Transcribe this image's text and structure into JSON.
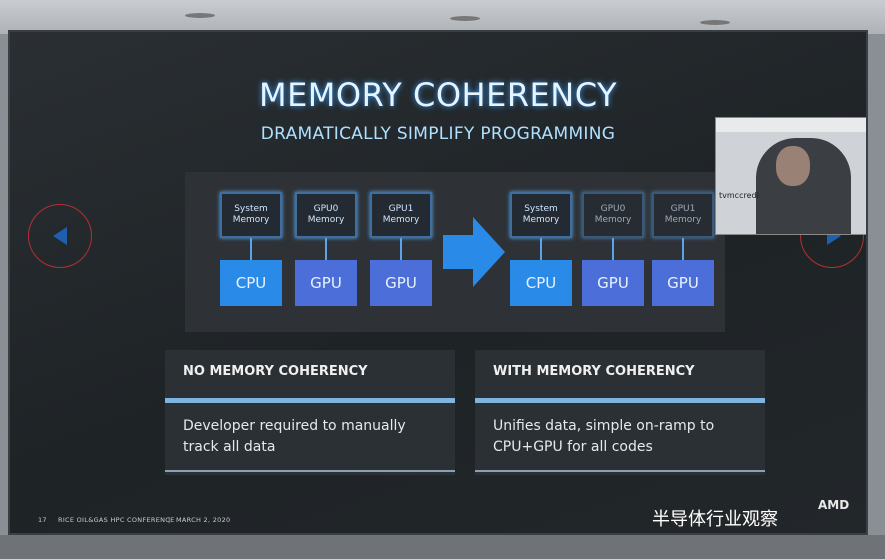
{
  "slide": {
    "title": "MEMORY COHERENCY",
    "subtitle": "DRAMATICALLY SIMPLIFY PROGRAMMING"
  },
  "diagram_left": {
    "memories": [
      "System Memory",
      "GPU0 Memory",
      "GPU1 Memory"
    ],
    "processors": [
      "CPU",
      "GPU",
      "GPU"
    ]
  },
  "diagram_right": {
    "memories": [
      "System Memory",
      "GPU0 Memory",
      "GPU1 Memory"
    ],
    "processors": [
      "CPU",
      "GPU",
      "GPU"
    ]
  },
  "panels": {
    "left": {
      "heading": "NO MEMORY COHERENCY",
      "body": "Developer required to manually track all data"
    },
    "right": {
      "heading": "WITH MEMORY COHERENCY",
      "body": "Unifies data, simple on-ramp to CPU+GPU for all codes"
    }
  },
  "footer": {
    "page_number": "17",
    "conference": "RICE OIL&GAS HPC CONFERENCE",
    "separator": "|",
    "date": "MARCH 2, 2020",
    "logo": "AMD"
  },
  "video": {
    "participant_name": "tvmccredi"
  },
  "watermark": "半导体行业观察",
  "icons": {
    "prev": "chevron-left-icon",
    "next": "chevron-right-icon",
    "arrow": "right-arrow-icon"
  },
  "colors": {
    "accent": "#2a8ae8",
    "gpu": "#4b6ed8",
    "nav_ring": "#b53030"
  }
}
